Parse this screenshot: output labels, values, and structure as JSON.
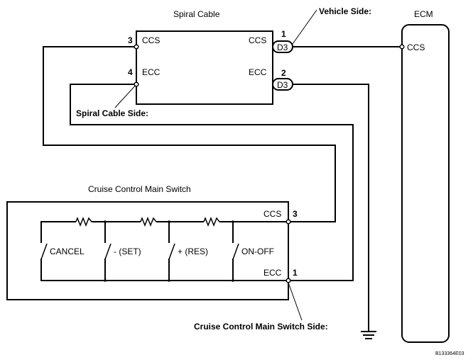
{
  "spiral_cable": {
    "title": "Spiral Cable",
    "pin_ccs_left": "CCS",
    "pin_ecc_left": "ECC",
    "pin_ccs_right": "CCS",
    "pin_ecc_right": "ECC",
    "pin_num_3": "3",
    "pin_num_4": "4",
    "side_label": "Spiral Cable Side:"
  },
  "connector": {
    "vehicle_side_label": "Vehicle Side:",
    "pin_1": "1",
    "pin_2": "2",
    "d3_top": "D3",
    "d3_bottom": "D3"
  },
  "ecm": {
    "title": "ECM",
    "pin_ccs": "CCS"
  },
  "main_switch": {
    "title": "Cruise Control Main Switch",
    "pin_ccs": "CCS",
    "pin_ecc": "ECC",
    "pin_num_3": "3",
    "pin_num_1": "1",
    "side_label": "Cruise Control Main Switch Side:",
    "switches": [
      "CANCEL",
      "- (SET)",
      "+ (RES)",
      "ON-OFF"
    ]
  },
  "figure_code": "B133364E03"
}
